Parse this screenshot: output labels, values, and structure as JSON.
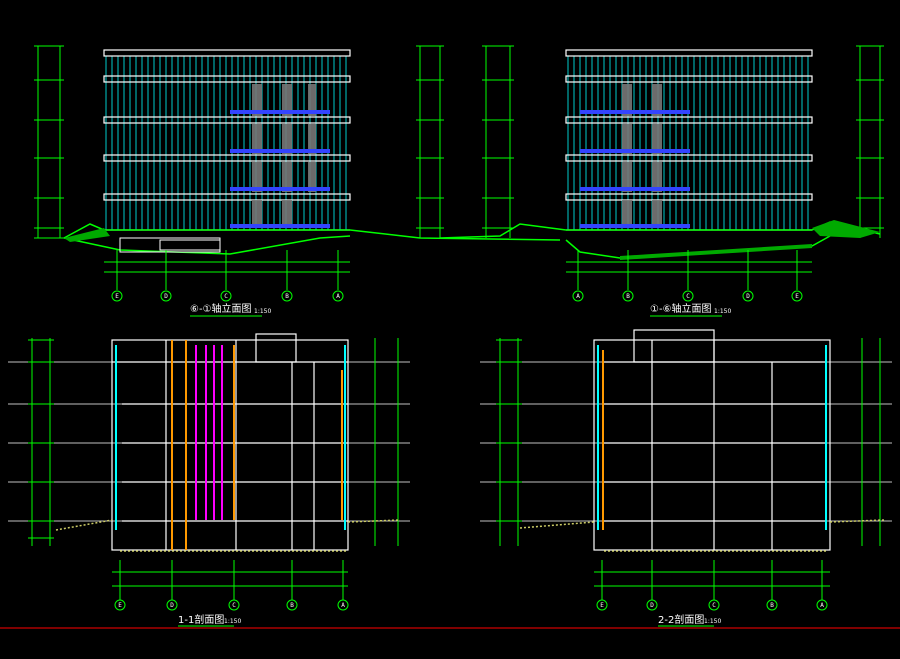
{
  "drawings": {
    "elev_1": {
      "title": "⑥-①轴立面图",
      "scale": "1:150",
      "axes": [
        "E",
        "D",
        "C",
        "B",
        "A"
      ]
    },
    "elev_2": {
      "title": "①-⑥轴立面图",
      "scale": "1:150",
      "axes": [
        "A",
        "B",
        "C",
        "D",
        "E"
      ]
    },
    "section_1": {
      "title": "1-1剖面图",
      "scale": "1:150",
      "axes": [
        "E",
        "D",
        "C",
        "B",
        "A"
      ]
    },
    "section_2": {
      "title": "2-2剖面图",
      "scale": "1:150",
      "axes": [
        "E",
        "D",
        "C",
        "B",
        "A"
      ]
    }
  },
  "colors": {
    "background": "#000000",
    "gridline": "#ffffff",
    "dimension": "#00ff00",
    "glass": "#00ffff",
    "blue_band": "#3344ff",
    "orange": "#ff9900",
    "magenta": "#ff00ff",
    "red_border": "#ff0000",
    "ground_hatch": "#cccc66"
  }
}
